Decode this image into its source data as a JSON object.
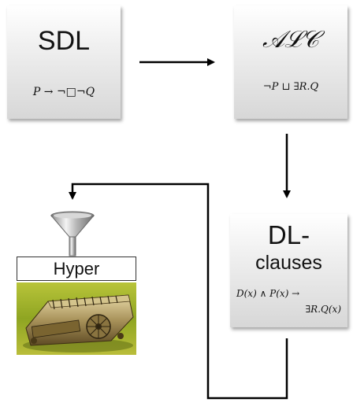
{
  "boxes": {
    "sdl": {
      "title": "SDL",
      "formula": "P → ¬□¬Q"
    },
    "alc": {
      "title": "𝒜ℒ𝒞",
      "formula": "¬P ⊔ ∃R.Q"
    },
    "dl": {
      "title_line1": "DL-",
      "title_line2": "clauses",
      "formula_line1": "D(x) ∧ P(x) →",
      "formula_line2": "∃R.Q(x)"
    }
  },
  "prover": {
    "label": "Hyper"
  },
  "icons": [
    "funnel-icon",
    "calculating-machine-image"
  ]
}
